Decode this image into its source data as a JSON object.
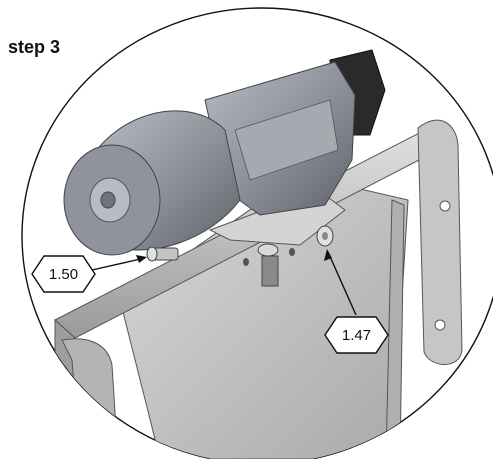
{
  "step_title": "step 3",
  "callouts": [
    {
      "label": "1.50",
      "target": "motor-mount-bolt-left"
    },
    {
      "label": "1.47",
      "target": "mount-plate-bolt-right"
    }
  ],
  "colors": {
    "outline": "#111111",
    "frame_light": "#c9c9c9",
    "frame_mid": "#a8a8a8",
    "frame_dark": "#8a8a8a",
    "motor_body": "#9a9ea6",
    "motor_dark": "#6f737b",
    "motor_black": "#2a2a2a",
    "background": "#ffffff"
  }
}
